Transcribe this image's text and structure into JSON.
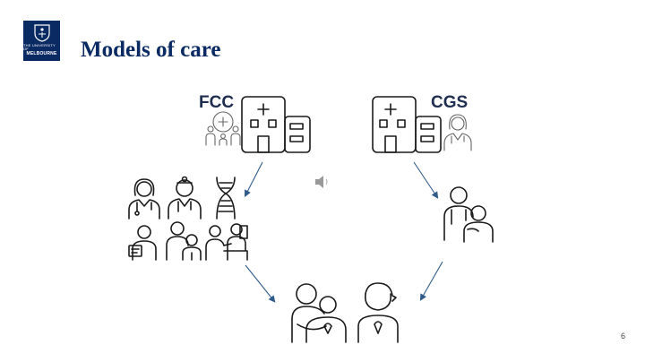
{
  "logo": {
    "line1": "THE UNIVERSITY OF",
    "line2": "MELBOURNE"
  },
  "slide": {
    "title": "Models of care",
    "page_number": "6"
  },
  "labels": {
    "fcc": "FCC",
    "cgs": "CGS"
  },
  "colors": {
    "title": "#0a2a63",
    "arrow": "#2f5a8a",
    "logo_bg": "#0a2a63"
  }
}
